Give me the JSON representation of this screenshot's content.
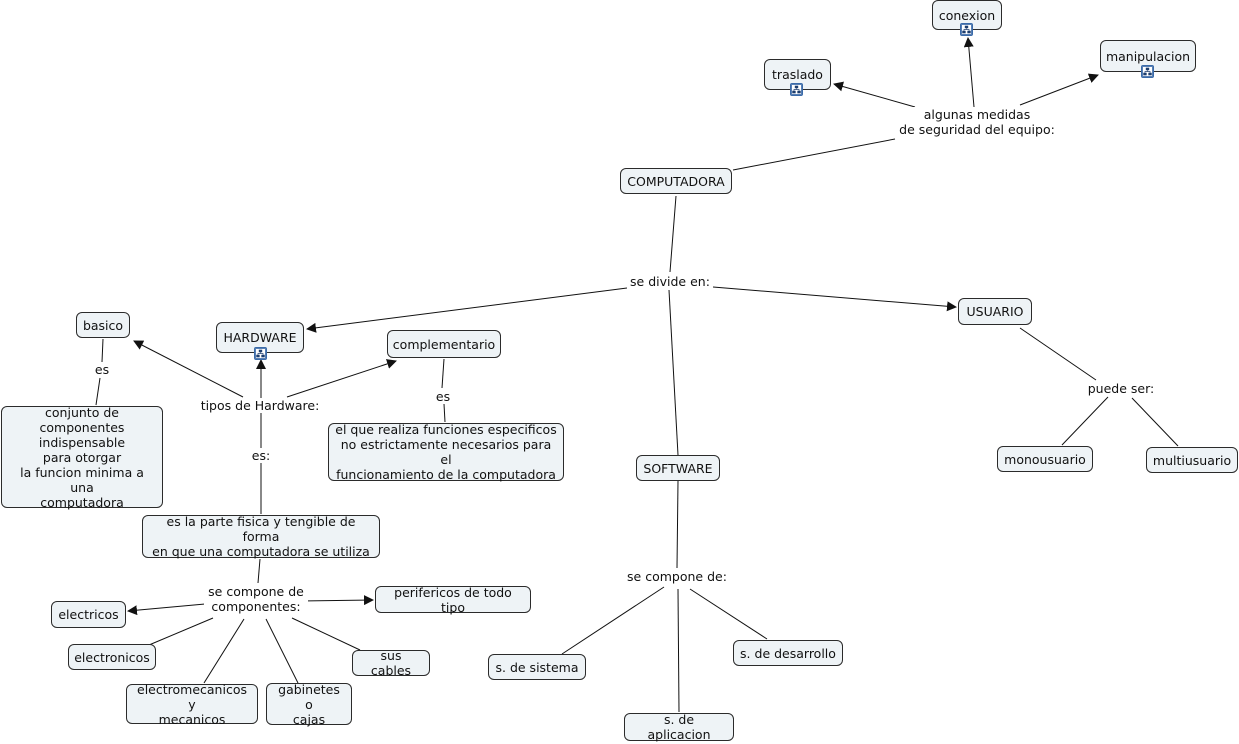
{
  "nodes": {
    "conexion": "conexion",
    "manipulacion": "manipulacion",
    "traslado": "traslado",
    "computadora": "COMPUTADORA",
    "usuario": "USUARIO",
    "hardware": "HARDWARE",
    "basico": "basico",
    "complementario": "complementario",
    "basico_def": "conjunto de\ncomponentes\nindispensable\npara otorgar\nla funcion minima a una\ncomputadora",
    "complementario_def": "el que realiza funciones especificos\nno estrictamente necesarios para el\nfuncionamiento de la computadora",
    "software": "SOFTWARE",
    "hardware_def": "es la parte fisica y tengible de forma\nen que una computadora se utiliza",
    "monousuario": "monousuario",
    "multiusuario": "multiusuario",
    "electricos": "electricos",
    "perifericos": "perifericos de todo tipo",
    "electronicos": "electronicos",
    "sus_cables": "sus cables",
    "electromecanicos": "electromecanicos y\nmecanicos",
    "gabinetes": "gabinetes o\ncajas",
    "s_sistema": "s. de sistema",
    "s_desarrollo": "s. de desarrollo",
    "s_aplicacion": "s. de aplicacion"
  },
  "links": {
    "medidas": "algunas medidas\nde seguridad del equipo:",
    "se_divide": "se divide en:",
    "puede_ser": "puede ser:",
    "es_basico": "es",
    "es_complementario": "es",
    "tipos_hardware": "tipos de Hardware:",
    "es_hardware": "es:",
    "se_compone_componentes": "se compone de\ncomponentes:",
    "se_compone_software": "se compone de:"
  },
  "icons": [
    "concept-map-icon"
  ],
  "colors": {
    "node_fill": "#eef3f6",
    "border": "#2b2b2b",
    "line": "#111111",
    "icon": "#3a6aa8"
  }
}
